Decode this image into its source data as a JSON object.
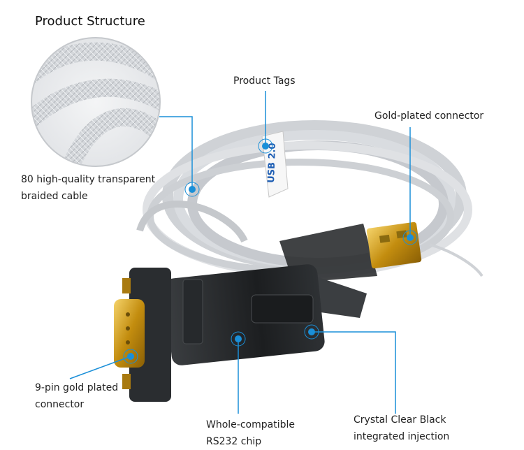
{
  "title": "Product Structure",
  "labels": {
    "product_tags": "Product Tags",
    "gold_connector": "Gold-plated connector",
    "cable_line1": "80 high-quality transparent",
    "cable_line2": "braided cable",
    "pin9_line1": "9-pin gold plated",
    "pin9_line2": "connector",
    "chip_line1": "Whole-compatible",
    "chip_line2": "RS232 chip",
    "crystal_line1": "Crystal Clear Black",
    "crystal_line2": "integrated injection"
  },
  "tag_text": "USB 2.0",
  "colors": {
    "callout": "#1a8fd8",
    "gold": "#d7a21a",
    "housing": "#2a2d2f",
    "cable": "#c9ccd0"
  }
}
